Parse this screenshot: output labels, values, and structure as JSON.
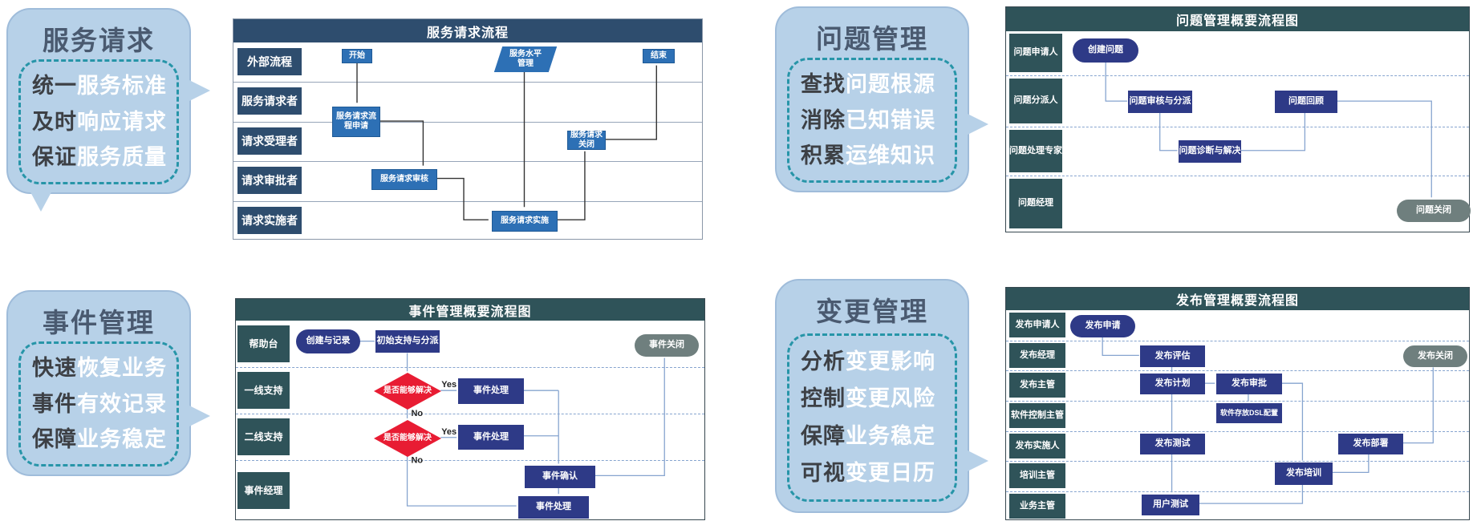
{
  "colors": {
    "card": "#b7d1e8",
    "cardTitle": "#4a5a70",
    "dash": "#2795a8",
    "darkText": "#3d4045",
    "navy": "#2e4d6e",
    "blue": "#2d70b5",
    "teal": "#2f5359",
    "indigo": "#2e3a87",
    "red": "#e81c33",
    "gray": "#6f7f7e",
    "conn": "#86a4cf",
    "laneLine": "#97a5b8"
  },
  "cards": {
    "sr": {
      "title": "服务请求",
      "lines": [
        {
          "dark": "统一",
          "light": "服务标准"
        },
        {
          "dark": "及时",
          "light": "响应请求"
        },
        {
          "dark": "保证",
          "light": "服务质量"
        }
      ]
    },
    "pm": {
      "title": "问题管理",
      "lines": [
        {
          "dark": "查找",
          "light": "问题根源"
        },
        {
          "dark": "消除",
          "light": "已知错误"
        },
        {
          "dark": "积累",
          "light": "运维知识"
        }
      ]
    },
    "im": {
      "title": "事件管理",
      "lines": [
        {
          "dark": "快速",
          "light": "恢复业务"
        },
        {
          "dark": "事件",
          "light": "有效记录"
        },
        {
          "dark": "保障",
          "light": "业务稳定"
        }
      ]
    },
    "cm": {
      "title": "变更管理",
      "lines": [
        {
          "dark": "分析",
          "light": "变更影响"
        },
        {
          "dark": "控制",
          "light": "变更风险"
        },
        {
          "dark": "保障",
          "light": "业务稳定"
        },
        {
          "dark": "可视",
          "light": "变更日历"
        }
      ]
    }
  },
  "charts": {
    "sr": {
      "title": "服务请求流程",
      "lanes": [
        "外部流程",
        "服务请求者",
        "请求受理者",
        "请求审批者",
        "请求实施者"
      ],
      "nodes": {
        "start": "开始",
        "slm": "服务水平管理",
        "end": "结束",
        "apply": "服务请求流程申请",
        "close": "服务请求关闭",
        "review": "服务请求审核",
        "impl": "服务请求实施"
      }
    },
    "pm": {
      "title": "问题管理概要流程图",
      "lanes": [
        "问题申请人",
        "问题分派人",
        "问题处理专家",
        "问题经理"
      ],
      "nodes": {
        "create": "创建问题",
        "review": "问题审核与分派",
        "retro": "问题回顾",
        "diag": "问题诊断与解决",
        "close": "问题关闭"
      }
    },
    "im": {
      "title": "事件管理概要流程图",
      "lanes": [
        "帮助台",
        "一线支持",
        "二线支持",
        "事件经理"
      ],
      "nodes": {
        "create": "创建与记录",
        "initial": "初始支持与分派",
        "close": "事件关闭",
        "dec1": "是否能够解决",
        "h1": "事件处理",
        "dec2": "是否能够解决",
        "h2": "事件处理",
        "confirm": "事件确认",
        "h3": "事件处理"
      },
      "labels": {
        "yes": "Yes",
        "no": "No"
      }
    },
    "rm": {
      "title": "发布管理概要流程图",
      "lanes": [
        "发布申请人",
        "发布经理",
        "发布主管",
        "软件控制主管",
        "发布实施人",
        "培训主管",
        "业务主管"
      ],
      "nodes": {
        "apply": "发布申请",
        "eval": "发布评估",
        "close": "发布关闭",
        "plan": "发布计划",
        "approve": "发布审批",
        "dsl": "软件存放DSL配置",
        "test": "发布测试",
        "deploy": "发布部署",
        "train": "发布培训",
        "utest": "用户测试"
      }
    }
  }
}
